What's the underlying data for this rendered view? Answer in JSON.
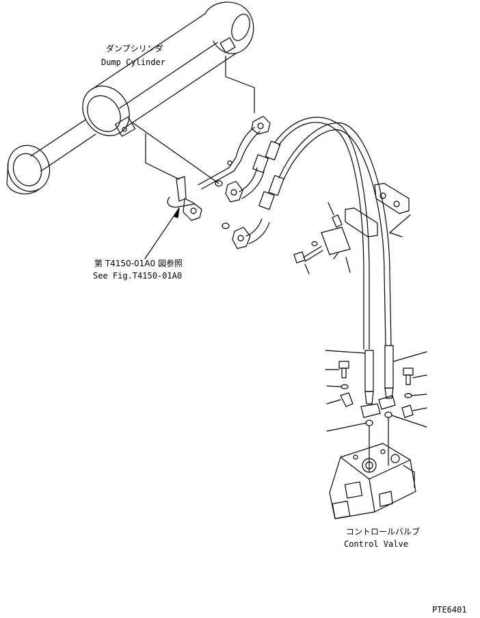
{
  "labels": {
    "dump_cylinder_jp": "ダンプシリンダ",
    "dump_cylinder_en": "Dump Cylinder",
    "see_fig_jp": "第 T4150-01A0 図参照",
    "see_fig_en": "See Fig.T4150-01A0",
    "control_valve_jp": "コントロールバルブ",
    "control_valve_en": "Control Valve",
    "drawing_code": "PTE6401"
  },
  "colors": {
    "line": "#000000",
    "background": "#ffffff"
  }
}
